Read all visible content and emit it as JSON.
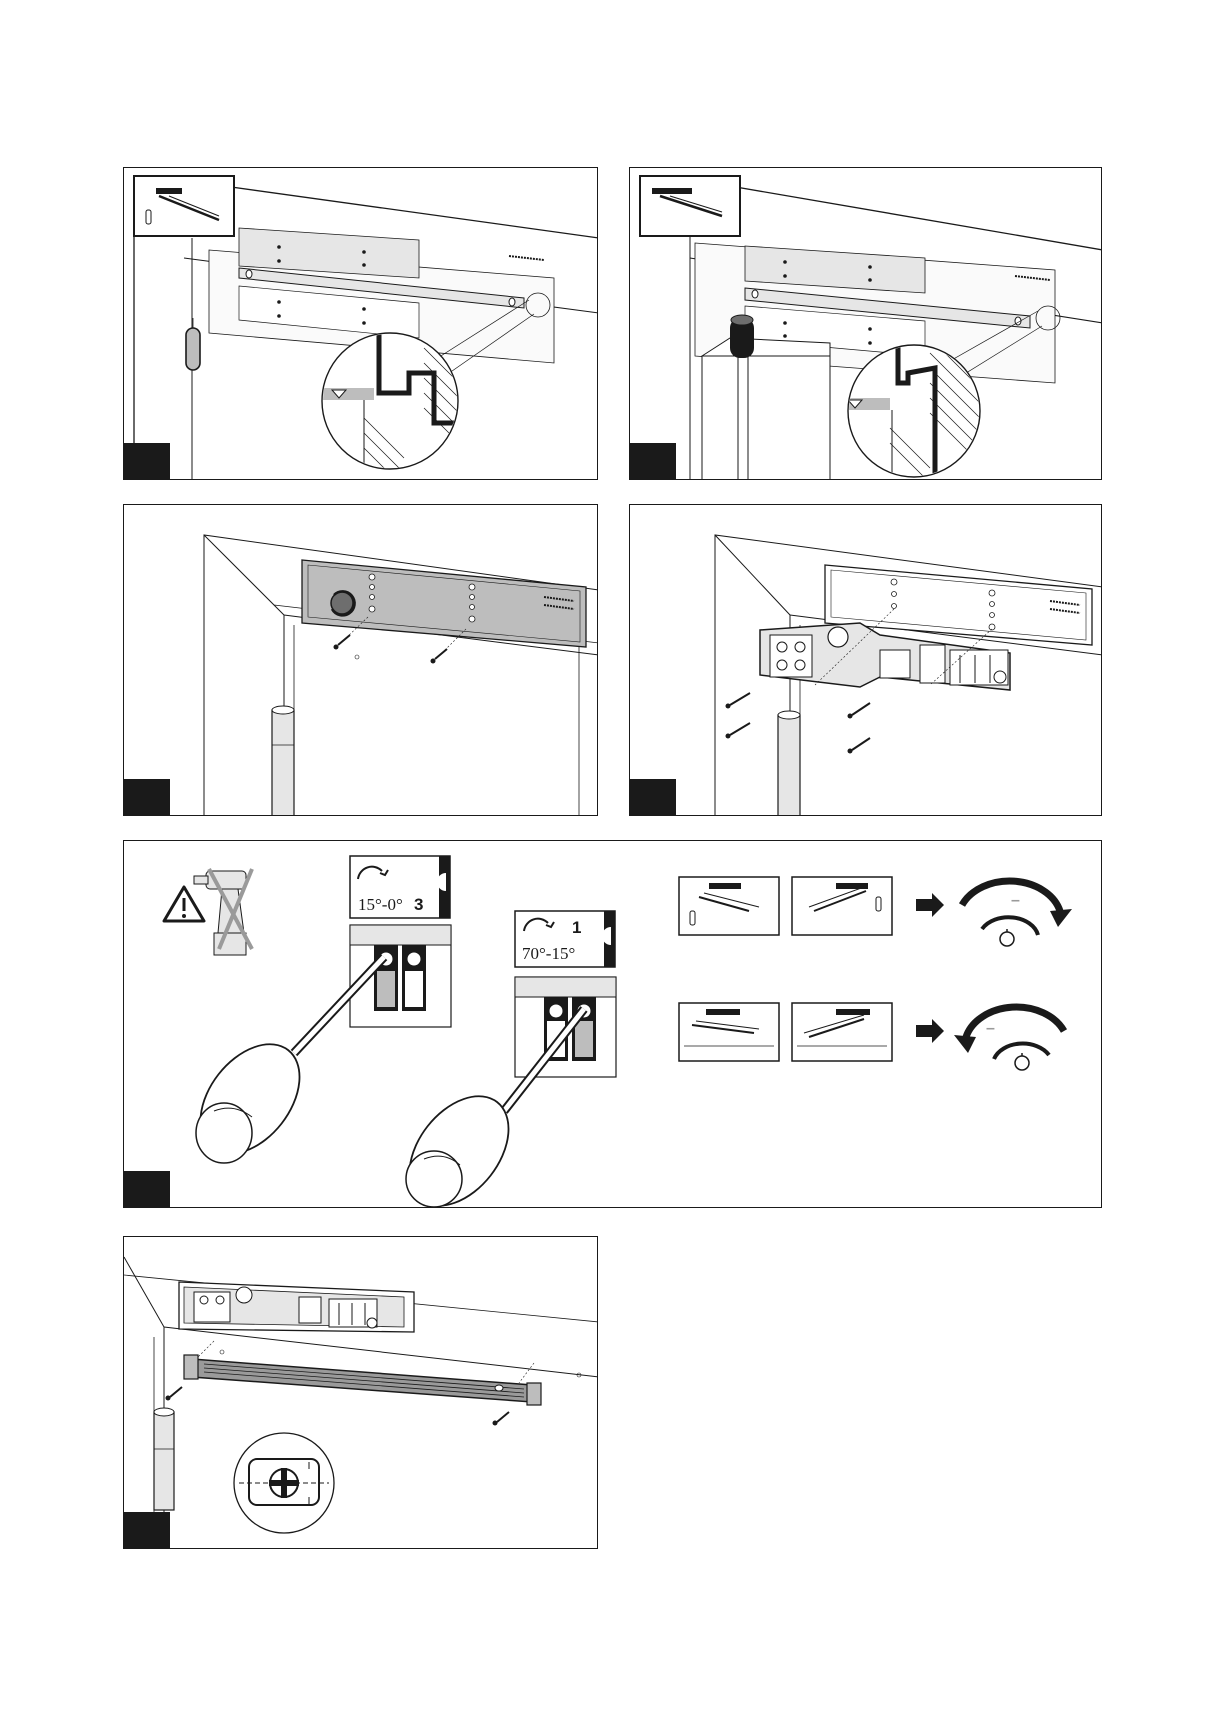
{
  "figures": {
    "fig1": {
      "step_number": ""
    },
    "fig2": {
      "step_number": ""
    },
    "fig3": {
      "step_number": ""
    },
    "fig4": {
      "step_number": ""
    },
    "fig5": {
      "step_number": "",
      "range_card_a": {
        "angle": "15°-0°",
        "valve_number": "3"
      },
      "range_card_b": {
        "angle": "70°-15°",
        "valve_number": "1"
      },
      "valve_labels": [
        {
          "angle": "15°-0°",
          "valve_number": "3"
        },
        {
          "angle": "70°-15°",
          "valve_number": "1"
        }
      ],
      "drill_warning_text": "",
      "speed_rows": [
        {
          "arrow_direction": "clockwise",
          "speed_sign": "–"
        },
        {
          "arrow_direction": "counter-clockwise",
          "speed_sign": "–"
        }
      ]
    },
    "fig6": {
      "step_number": ""
    }
  },
  "colors": {
    "ink": "#1a1a1a",
    "plate": "#bdbdbd",
    "plate_light": "#e6e6e6",
    "tab": "#1a1a1a"
  }
}
